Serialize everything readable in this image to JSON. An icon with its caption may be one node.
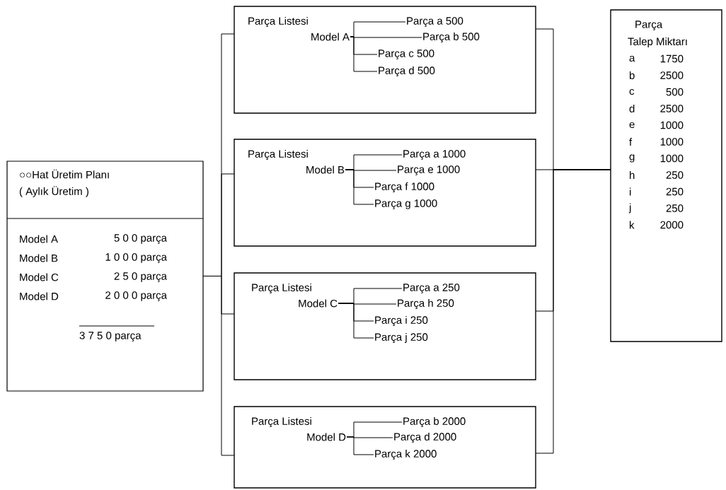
{
  "diagram": {
    "nodes": [
      {
        "text": [
          "○○Hat Üretim Planı",
          "( Aylık Üretim )",
          "Model A",
          "5 0 0 parça",
          "Model B",
          "1 0 0 0 parça",
          "Model C",
          "2 5 0 parça",
          "Model D",
          "2 0 0 0 parça",
          "3 7 5 0 parça"
        ]
      },
      {
        "text": [
          "Parça Listesi"
        ]
      },
      {
        "text": [
          "Model A"
        ],
        "in": 1
      },
      {
        "text": [
          "Parça a 500"
        ],
        "in": 1
      },
      {
        "text": [
          "Parça b 500"
        ],
        "in": 1
      },
      {
        "text": [
          "Parça c 500"
        ],
        "in": 1
      },
      {
        "text": [
          "Parça d 500"
        ],
        "in": 1
      },
      {
        "text": [
          "Parça Listesi"
        ]
      },
      {
        "text": [
          "Model B"
        ],
        "in": 7
      },
      {
        "text": [
          "Parça a 1000"
        ],
        "in": 7
      },
      {
        "text": [
          "Parça e 1000"
        ],
        "in": 7
      },
      {
        "text": [
          "Parça f 1000"
        ],
        "in": 7
      },
      {
        "text": [
          "Parça g 1000"
        ],
        "in": 7
      },
      {
        "text": [
          "Parça Listesi"
        ]
      },
      {
        "text": [
          "Model C"
        ],
        "in": 13
      },
      {
        "text": [
          "Parça a 250"
        ],
        "in": 13
      },
      {
        "text": [
          "Parça h 250"
        ],
        "in": 13
      },
      {
        "text": [
          "Parça i 250"
        ],
        "in": 13
      },
      {
        "text": [
          "Parça j 250"
        ],
        "in": 13
      },
      {
        "text": [
          "Parça Listesi"
        ]
      },
      {
        "text": [
          "Model D"
        ],
        "in": 19
      },
      {
        "text": [
          "Parça b 2000"
        ],
        "in": 19
      },
      {
        "text": [
          "Parça d 2000"
        ],
        "in": 19
      },
      {
        "text": [
          "Parça k 2000"
        ],
        "in": 19
      },
      {
        "text": [
          "Parça",
          "Talep Miktarı",
          "a",
          "1750",
          "b",
          "2500",
          "c",
          "500",
          "d",
          "2500",
          "e",
          "1000",
          "f",
          "1000",
          "g",
          "1000",
          "h",
          "250",
          "i",
          "250",
          "j",
          "250",
          "k",
          "2000"
        ]
      }
    ],
    "edges": [
      {
        "from": 0,
        "to": 1,
        "arrow": "none"
      },
      {
        "from": 0,
        "to": 7,
        "arrow": "none"
      },
      {
        "from": 0,
        "to": 13,
        "arrow": "none"
      },
      {
        "from": 0,
        "to": 19,
        "arrow": "none"
      },
      {
        "from": 2,
        "to": 3,
        "arrow": "none"
      },
      {
        "from": 2,
        "to": 4,
        "arrow": "none"
      },
      {
        "from": 2,
        "to": 5,
        "arrow": "none"
      },
      {
        "from": 2,
        "to": 6,
        "arrow": "none"
      },
      {
        "from": 8,
        "to": 9,
        "arrow": "none"
      },
      {
        "from": 8,
        "to": 10,
        "arrow": "none"
      },
      {
        "from": 8,
        "to": 11,
        "arrow": "none"
      },
      {
        "from": 8,
        "to": 12,
        "arrow": "none"
      },
      {
        "from": 14,
        "to": 15,
        "arrow": "none"
      },
      {
        "from": 14,
        "to": 16,
        "arrow": "none"
      },
      {
        "from": 14,
        "to": 17,
        "arrow": "none"
      },
      {
        "from": 14,
        "to": 18,
        "arrow": "none"
      },
      {
        "from": 20,
        "to": 21,
        "arrow": "none"
      },
      {
        "from": 20,
        "to": 22,
        "arrow": "none"
      },
      {
        "from": 20,
        "to": 23,
        "arrow": "none"
      },
      {
        "from": 1,
        "to": 24,
        "arrow": "none"
      },
      {
        "from": 7,
        "to": 24,
        "arrow": "none"
      },
      {
        "from": 13,
        "to": 24,
        "arrow": "none"
      },
      {
        "from": 19,
        "to": 24,
        "arrow": "none"
      }
    ]
  }
}
